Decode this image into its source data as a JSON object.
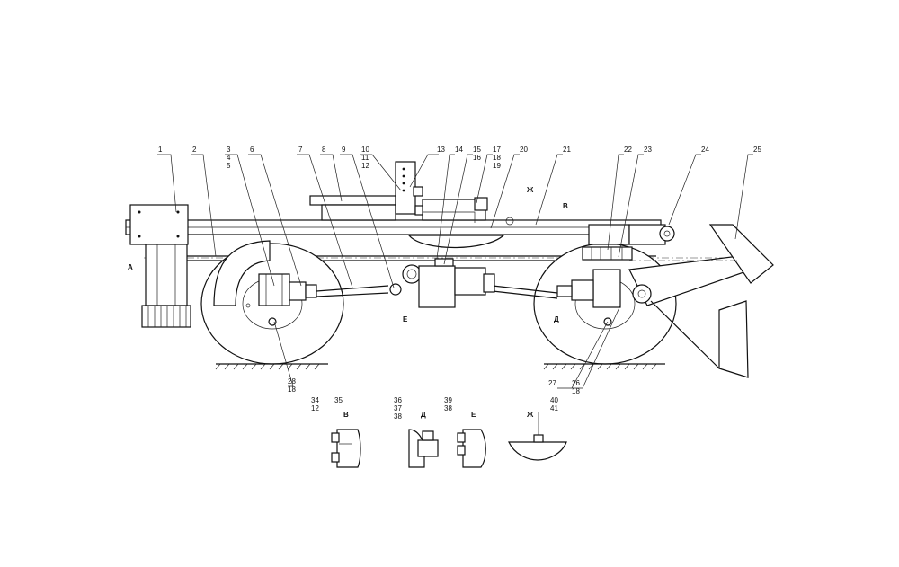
{
  "callouts": [
    {
      "id": "c1",
      "label": "1"
    },
    {
      "id": "c2",
      "label": "2"
    },
    {
      "id": "c3",
      "label": "3",
      "sub": [
        "4",
        "5"
      ]
    },
    {
      "id": "c6",
      "label": "6"
    },
    {
      "id": "c7",
      "label": "7"
    },
    {
      "id": "c8",
      "label": "8"
    },
    {
      "id": "c9",
      "label": "9"
    },
    {
      "id": "c10",
      "label": "10",
      "sub": [
        "11",
        "12"
      ]
    },
    {
      "id": "c13",
      "label": "13"
    },
    {
      "id": "c14",
      "label": "14"
    },
    {
      "id": "c15",
      "label": "15",
      "sub": [
        "16"
      ]
    },
    {
      "id": "c17",
      "label": "17",
      "sub": [
        "18",
        "19"
      ]
    },
    {
      "id": "c20",
      "label": "20"
    },
    {
      "id": "c21",
      "label": "21"
    },
    {
      "id": "c22",
      "label": "22"
    },
    {
      "id": "c23",
      "label": "23"
    },
    {
      "id": "c24",
      "label": "24"
    },
    {
      "id": "c25",
      "label": "25"
    },
    {
      "id": "c26",
      "label": "26",
      "sub": [
        "18"
      ]
    },
    {
      "id": "c27",
      "label": "27"
    },
    {
      "id": "c28",
      "label": "28",
      "sub": [
        "18"
      ]
    },
    {
      "id": "c34",
      "label": "34",
      "sub": [
        "12"
      ]
    },
    {
      "id": "c35",
      "label": "35"
    },
    {
      "id": "c36",
      "label": "36",
      "sub": [
        "37",
        "38"
      ]
    },
    {
      "id": "c39",
      "label": "39",
      "sub": [
        "38"
      ]
    },
    {
      "id": "c40",
      "label": "40",
      "sub": [
        "41"
      ]
    }
  ],
  "view_markers": {
    "a": "А",
    "b": "В",
    "d": "Д",
    "e": "Е",
    "zh": "Ж"
  },
  "detail_views": [
    {
      "id": "B",
      "letter": "В"
    },
    {
      "id": "D",
      "letter": "Д"
    },
    {
      "id": "E",
      "letter": "Е"
    },
    {
      "id": "ZH",
      "letter": "Ж"
    }
  ]
}
